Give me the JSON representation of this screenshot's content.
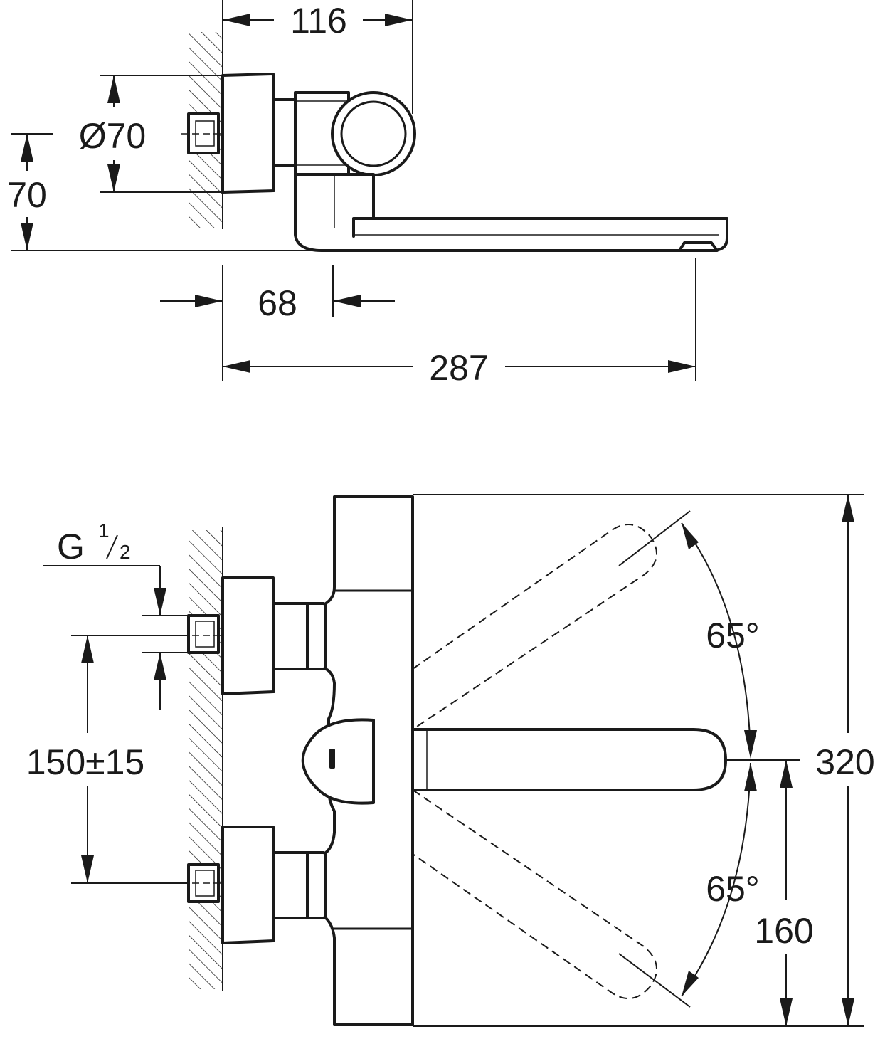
{
  "top_view": {
    "dim_projection": "116",
    "dim_diameter": "Ø70",
    "dim_height": "70",
    "dim_wall_offset": "68",
    "dim_total_length": "287"
  },
  "front_view": {
    "thread_label": "G",
    "thread_numerator": "1",
    "thread_denominator": "2",
    "dim_centers": "150±15",
    "angle_top": "65°",
    "angle_bottom": "65°",
    "dim_total_height": "320",
    "dim_spout_height": "160"
  }
}
